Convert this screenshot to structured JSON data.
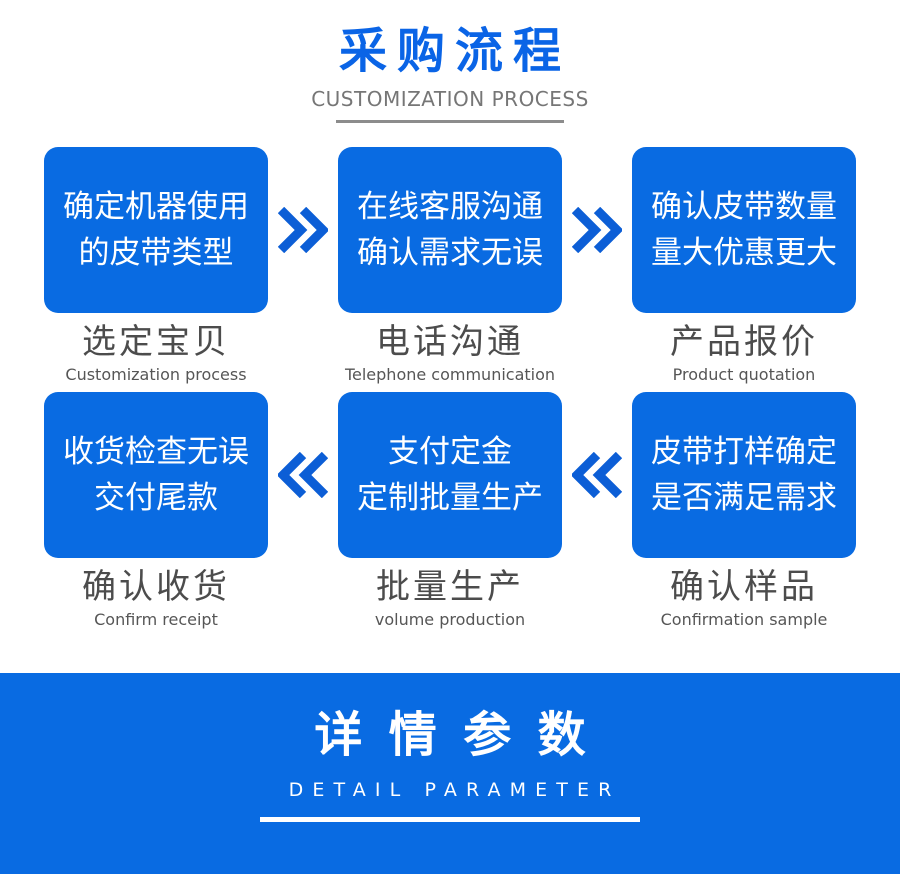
{
  "colors": {
    "title_blue": "#0a64e6",
    "box_blue": "#096be2",
    "arrow_blue": "#0c5ed6",
    "banner_blue": "#096be2",
    "label_gray": "#4c4c4c",
    "subtitle_gray": "#767676",
    "underline_gray": "#8c8c8c",
    "white": "#ffffff"
  },
  "header": {
    "title": "采购流程",
    "subtitle": "CUSTOMIZATION PROCESS"
  },
  "flow": {
    "rows": [
      {
        "direction": "right",
        "steps": [
          {
            "box_lines": [
              "确定机器使用",
              "的皮带类型"
            ],
            "label": "选定宝贝",
            "sublabel": "Customization process"
          },
          {
            "box_lines": [
              "在线客服沟通",
              "确认需求无误"
            ],
            "label": "电话沟通",
            "sublabel": "Telephone communication"
          },
          {
            "box_lines": [
              "确认皮带数量",
              "量大优惠更大"
            ],
            "label": "产品报价",
            "sublabel": "Product quotation"
          }
        ]
      },
      {
        "direction": "left",
        "steps": [
          {
            "box_lines": [
              "收货检查无误",
              "交付尾款"
            ],
            "label": "确认收货",
            "sublabel": "Confirm receipt"
          },
          {
            "box_lines": [
              "支付定金",
              "定制批量生产"
            ],
            "label": "批量生产",
            "sublabel": "volume production"
          },
          {
            "box_lines": [
              "皮带打样确定",
              "是否满足需求"
            ],
            "label": "确认样品",
            "sublabel": "Confirmation sample"
          }
        ]
      }
    ]
  },
  "banner": {
    "title": "详情参数",
    "subtitle": "DETAIL PARAMETER"
  }
}
